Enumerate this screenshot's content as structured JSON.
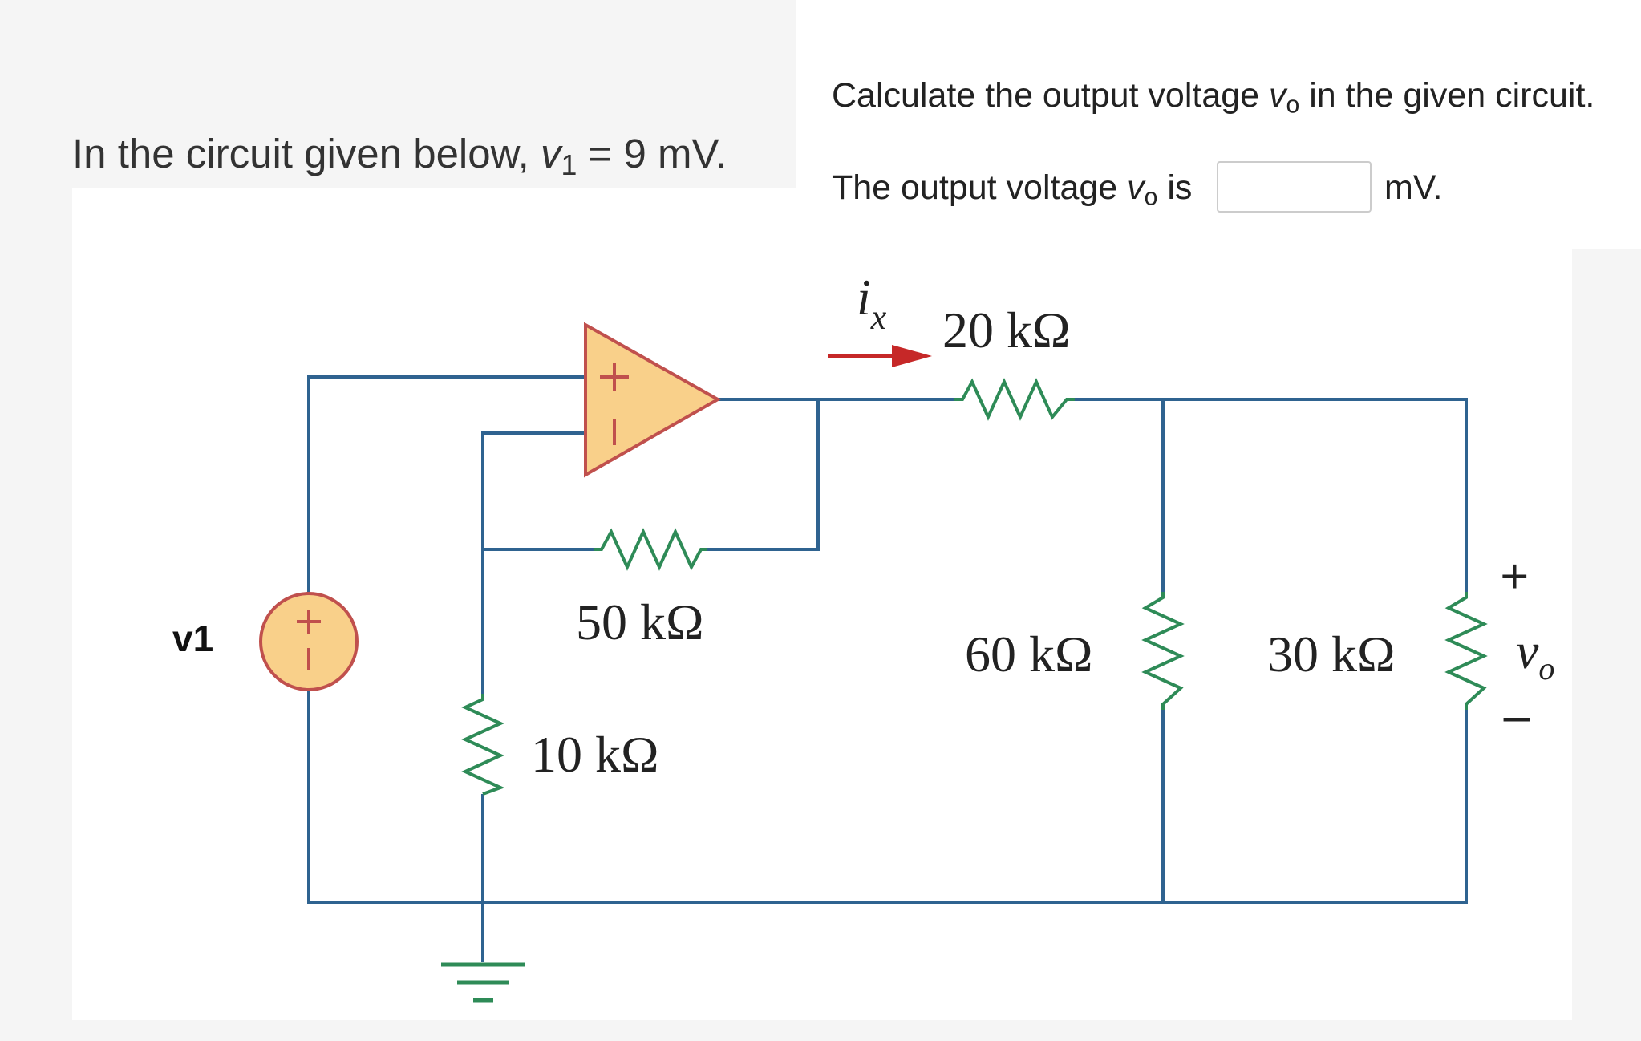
{
  "problem": {
    "intro_prefix": "In the circuit given below, ",
    "intro_var": "v",
    "intro_sub": "1",
    "intro_suffix": " = 9 mV."
  },
  "question": {
    "line1_prefix": "Calculate the output voltage ",
    "line1_var": "v",
    "line1_sub": "o",
    "line1_suffix": " in the given circuit.",
    "line2_prefix": "The output voltage ",
    "line2_var": "v",
    "line2_sub": "o",
    "line2_suffix": " is",
    "answer_value": "",
    "unit": "mV."
  },
  "circuit": {
    "source_label": "v1",
    "current_label": "i",
    "current_sub": "x",
    "r_20": "20 kΩ",
    "r_50": "50 kΩ",
    "r_10": "10 kΩ",
    "r_60": "60 kΩ",
    "r_30": "30 kΩ",
    "vo_plus": "+",
    "vo_label": "v",
    "vo_sub": "o",
    "vo_minus": "–",
    "opamp_plus": "+",
    "opamp_minus": "–",
    "colors": {
      "wire": "#2f6390",
      "resistor": "#2e8b57",
      "opamp_fill": "#f9d08a",
      "opamp_stroke": "#c0504d",
      "arrow": "#c62828"
    }
  }
}
